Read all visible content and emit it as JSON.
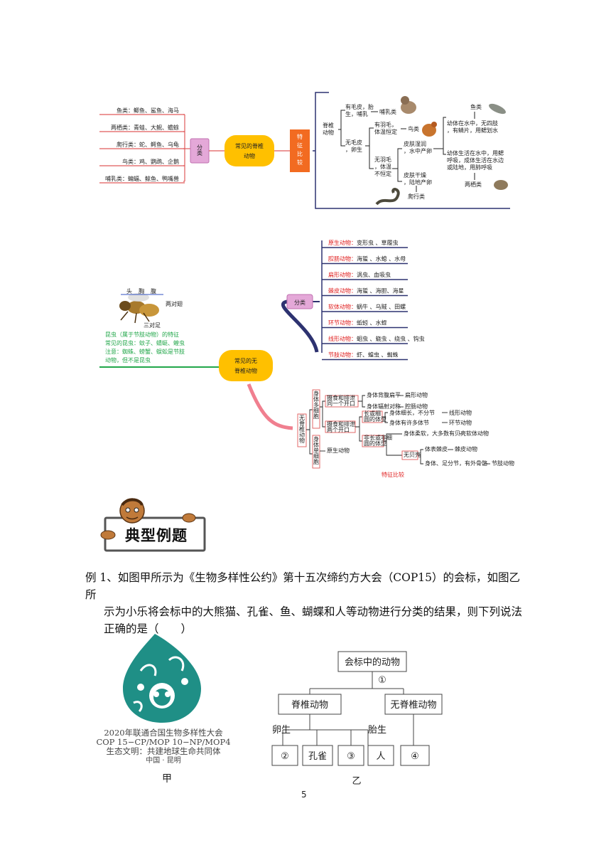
{
  "vertebrate_map": {
    "center": "常见的脊椎动物",
    "branch": "分类",
    "feature_box": "特征比较",
    "classes": [
      {
        "label": "鱼类：",
        "examples": "鲫鱼、鲨鱼、海马"
      },
      {
        "label": "两栖类：",
        "examples": "青蛙、大鲵、蟾蜍"
      },
      {
        "label": "爬行类：",
        "examples": "蛇、鳄鱼、乌龟"
      },
      {
        "label": "鸟类：",
        "examples": "鸡、鹦鹉、企鹅"
      },
      {
        "label": "哺乳类：",
        "examples": "蝙蝠、鲸鱼、鸭嘴兽"
      }
    ],
    "tree": {
      "root": "脊椎动物",
      "hair_lines": [
        "有毛皮，胎",
        "生，哺乳"
      ],
      "mammal": "哺乳类",
      "nohair_lines": [
        "无毛皮",
        "，卵生"
      ],
      "feather_lines": [
        "有羽毛，",
        "体温恒定"
      ],
      "bird": "鸟类",
      "nofeather_lines": [
        "无羽毛",
        "，体温",
        "不恒定"
      ],
      "moist_lines": [
        "皮肤湿润",
        "，水中产卵"
      ],
      "dry_lines": [
        "皮肤干燥",
        "，陆地产卵"
      ],
      "reptile": "爬行类",
      "fish": "鱼类",
      "fish_desc_lines": [
        "幼体在水中，无四肢",
        "，有鳞片，用鳃划水"
      ],
      "amphibian_desc_lines": [
        "幼体生活在水中，用鳃",
        "呼吸，成体生活在水边",
        "或陆地，用肺呼吸"
      ],
      "amphibian": "两栖类"
    }
  },
  "invertebrate_map": {
    "center": "常见的无脊椎动物",
    "branch": "分类",
    "classes": [
      {
        "label": "原生动物：",
        "examples": "变形虫 、草履虫"
      },
      {
        "label": "腔肠动物：",
        "examples": "海蜇 、水螅 、水母"
      },
      {
        "label": "扁形动物：",
        "examples": "涡虫、血吸虫"
      },
      {
        "label": "棘皮动物：",
        "examples": "海蜇 、海胆、海星"
      },
      {
        "label": "软体动物：",
        "examples": "蜗牛 、乌贼 、田螺"
      },
      {
        "label": "环节动物：",
        "examples": "蚯蚓 、水蛭"
      },
      {
        "label": "线形动物：",
        "examples": "蛔虫 、蛲虫 、绕虫 、钩虫"
      },
      {
        "label": "节肢动物：",
        "examples": "虾、蝗虫 、蜘蛛"
      }
    ],
    "bee_labels": {
      "head": "头",
      "chest": "胸",
      "abdomen": "腹",
      "wings": "两对翅",
      "legs": "三对足"
    },
    "insect_note": [
      "昆虫（属于节肢动物）的特征",
      "常见的昆虫：蚊子、蜻蜓、蝗虫",
      "注意：蜘蛛、螃蟹、蜈蚣是节肢",
      "动物，但不是昆虫"
    ],
    "feature_caption": "特征比较",
    "feature_tree": {
      "root": "无脊椎动物",
      "multi": "身体多细胞",
      "single": "身体单细胞",
      "mouth_anus_same": "摄食和排泄同一个开口",
      "mouth_anus_two": "摄食和排泄两个开口",
      "flat_body": "身体背腹扁平",
      "flatworm": "扁形动物",
      "radial": "身体辐射对称",
      "cnidarian": "腔肠动物",
      "long_round": "长或细圆的体型",
      "slender_unsegmented": "身体细长，不分节",
      "nematode": "线形动物",
      "segmented": "身体有许多体节",
      "annelid": "环节动物",
      "not_long": "非长或非细圆的体型",
      "soft_shell": "身体柔软，大多数有贝壳",
      "mollusc": "软体动物",
      "no_shell": "无贝壳",
      "spiny_skin": "体表棘皮",
      "echinoderm": "棘皮动物",
      "jointed": "身体、足分节，有外骨骼",
      "arthropod": "节肢动物",
      "protozoa": "原生动物"
    }
  },
  "banner": {
    "title": "典型例题"
  },
  "example": {
    "line1": "例 1、如图甲所示为《生物多样性公约》第十五次缔约方大会（COP15）的会标，如图乙所",
    "line2": "示为小乐将会标中的大熊猫、孔雀、鱼、蝴蝶和人等动物进行分类的结果，则下列说法",
    "line3": "正确的是（　　）"
  },
  "figure_jia": {
    "caption_lines": [
      "2020年联通合国生物多样性大会",
      "COP 15−CP/MOP 10−NP/MOP4",
      "生态文明：共建地球生命共同体",
      "中国 · 昆明"
    ],
    "label": "甲",
    "logo_color": "#1f8f86"
  },
  "figure_yi": {
    "root": "会标中的动物",
    "root_num": "①",
    "left": "脊椎动物",
    "right": "无脊椎动物",
    "egg": "卵生",
    "live": "胎生",
    "leaves": [
      "②",
      "孔雀",
      "③",
      "人",
      "④"
    ],
    "label": "乙"
  },
  "page_number": "5",
  "colors": {
    "red_line": "#e05a5a",
    "orange_box": "#f26b21",
    "yellow_node": "#ffc000",
    "pink_box": "#e4a8d8",
    "navy_line": "#2d3270",
    "green_line": "#22a74a",
    "red_text": "#e02020"
  }
}
